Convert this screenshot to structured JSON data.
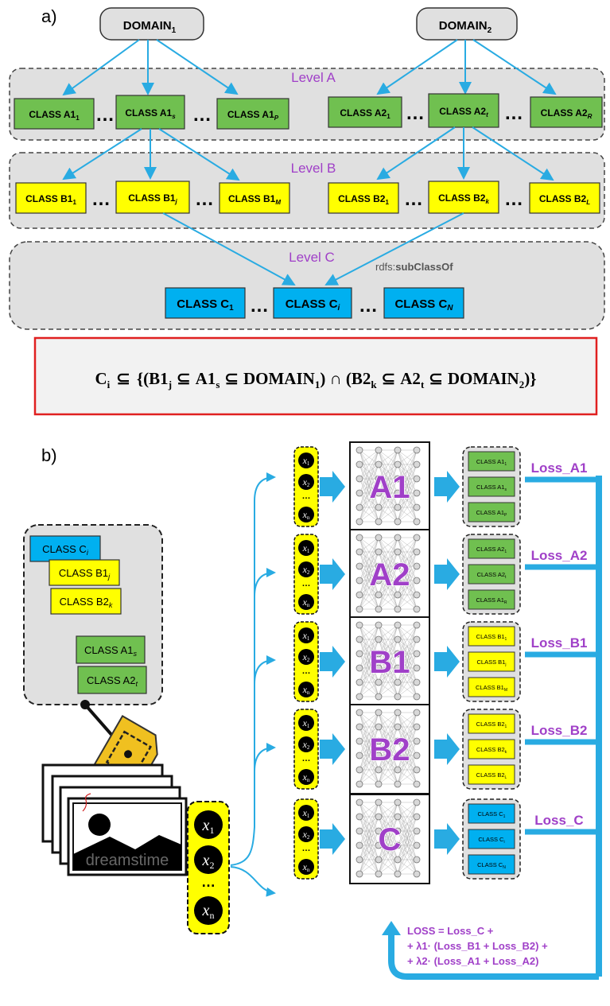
{
  "panel_a": {
    "label": "a)",
    "domain1": {
      "main": "DOMAIN",
      "sub": "1"
    },
    "domain2": {
      "main": "DOMAIN",
      "sub": "2"
    },
    "level_a": "Level A",
    "level_b": "Level B",
    "level_c": "Level C",
    "ellipsis": "…",
    "rdfs_prefix": "rdfs:",
    "rdfs_name": "subClassOf",
    "classes_a1": [
      {
        "main": "CLASS A1",
        "sub": "1"
      },
      {
        "main": "CLASS A1",
        "sub": "s"
      },
      {
        "main": "CLASS A1",
        "sub": "P"
      }
    ],
    "classes_a2": [
      {
        "main": "CLASS A2",
        "sub": "1"
      },
      {
        "main": "CLASS A2",
        "sub": "t"
      },
      {
        "main": "CLASS A2",
        "sub": "R"
      }
    ],
    "classes_b1": [
      {
        "main": "CLASS B1",
        "sub": "1"
      },
      {
        "main": "CLASS B1",
        "sub": "j"
      },
      {
        "main": "CLASS B1",
        "sub": "M"
      }
    ],
    "classes_b2": [
      {
        "main": "CLASS B2",
        "sub": "1"
      },
      {
        "main": "CLASS B2",
        "sub": "k"
      },
      {
        "main": "CLASS B2",
        "sub": "L"
      }
    ],
    "classes_c": [
      {
        "main": "CLASS C",
        "sub": "1"
      },
      {
        "main": "CLASS C",
        "sub": "i"
      },
      {
        "main": "CLASS C",
        "sub": "N"
      }
    ],
    "formula": {
      "lhs": "C",
      "lhs_sub": "i",
      "op": "⊆",
      "open": "{(",
      "b1": "B1",
      "b1_sub": "j",
      "a1": "A1",
      "a1_sub": "s",
      "d1": "DOMAIN",
      "d1_sub": "1",
      "mid": ") ∩ (",
      "b2": "B2",
      "b2_sub": "k",
      "a2": "A2",
      "a2_sub": "t",
      "d2": "DOMAIN",
      "d2_sub": "2",
      "close": ")}"
    }
  },
  "panel_b": {
    "label": "b)",
    "tag_labels": [
      {
        "main": "CLASS C",
        "sub": "i"
      },
      {
        "main": "CLASS B1",
        "sub": "j"
      },
      {
        "main": "CLASS B2",
        "sub": "k"
      },
      {
        "main": "CLASS A1",
        "sub": "s"
      },
      {
        "main": "CLASS A2",
        "sub": "t"
      }
    ],
    "watermark": "dreamstime",
    "features": [
      "x1",
      "x2",
      "…",
      "xn"
    ],
    "feature_main": "x",
    "feature_subs": [
      "1",
      "2",
      "n"
    ],
    "networks": [
      {
        "name": "A1",
        "loss": "Loss_A1",
        "outputs": [
          {
            "main": "CLASS A1",
            "sub": "1"
          },
          {
            "main": "CLASS A1",
            "sub": "s"
          },
          {
            "main": "CLASS A1",
            "sub": "P"
          }
        ]
      },
      {
        "name": "A2",
        "loss": "Loss_A2",
        "outputs": [
          {
            "main": "CLASS A2",
            "sub": "1"
          },
          {
            "main": "CLASS A2",
            "sub": "t"
          },
          {
            "main": "CLASS A1",
            "sub": "R"
          }
        ]
      },
      {
        "name": "B1",
        "loss": "Loss_B1",
        "outputs": [
          {
            "main": "CLASS B1",
            "sub": "1"
          },
          {
            "main": "CLASS B1",
            "sub": "j"
          },
          {
            "main": "CLASS B1",
            "sub": "M"
          }
        ]
      },
      {
        "name": "B2",
        "loss": "Loss_B2",
        "outputs": [
          {
            "main": "CLASS B2",
            "sub": "1"
          },
          {
            "main": "CLASS B2",
            "sub": "k"
          },
          {
            "main": "CLASS B2",
            "sub": "L"
          }
        ]
      },
      {
        "name": "C",
        "loss": "Loss_C",
        "outputs": [
          {
            "main": "CLASS C",
            "sub": "1"
          },
          {
            "main": "CLASS C",
            "sub": "i"
          },
          {
            "main": "CLASS C",
            "sub": "N"
          }
        ]
      }
    ],
    "loss_formula": [
      "LOSS  = Loss_C +",
      "+ λ1· (Loss_B1 + Loss_B2) +",
      "+ λ2· (Loss_A1 + Loss_A2)"
    ]
  },
  "colors": {
    "green": "#70c050",
    "yellow": "#ffff00",
    "blue": "#00b0f0",
    "arrow": "#29abe2",
    "purple": "#a040c8",
    "panel_gray": "#e0e0e0",
    "formula_border": "#e02020"
  }
}
